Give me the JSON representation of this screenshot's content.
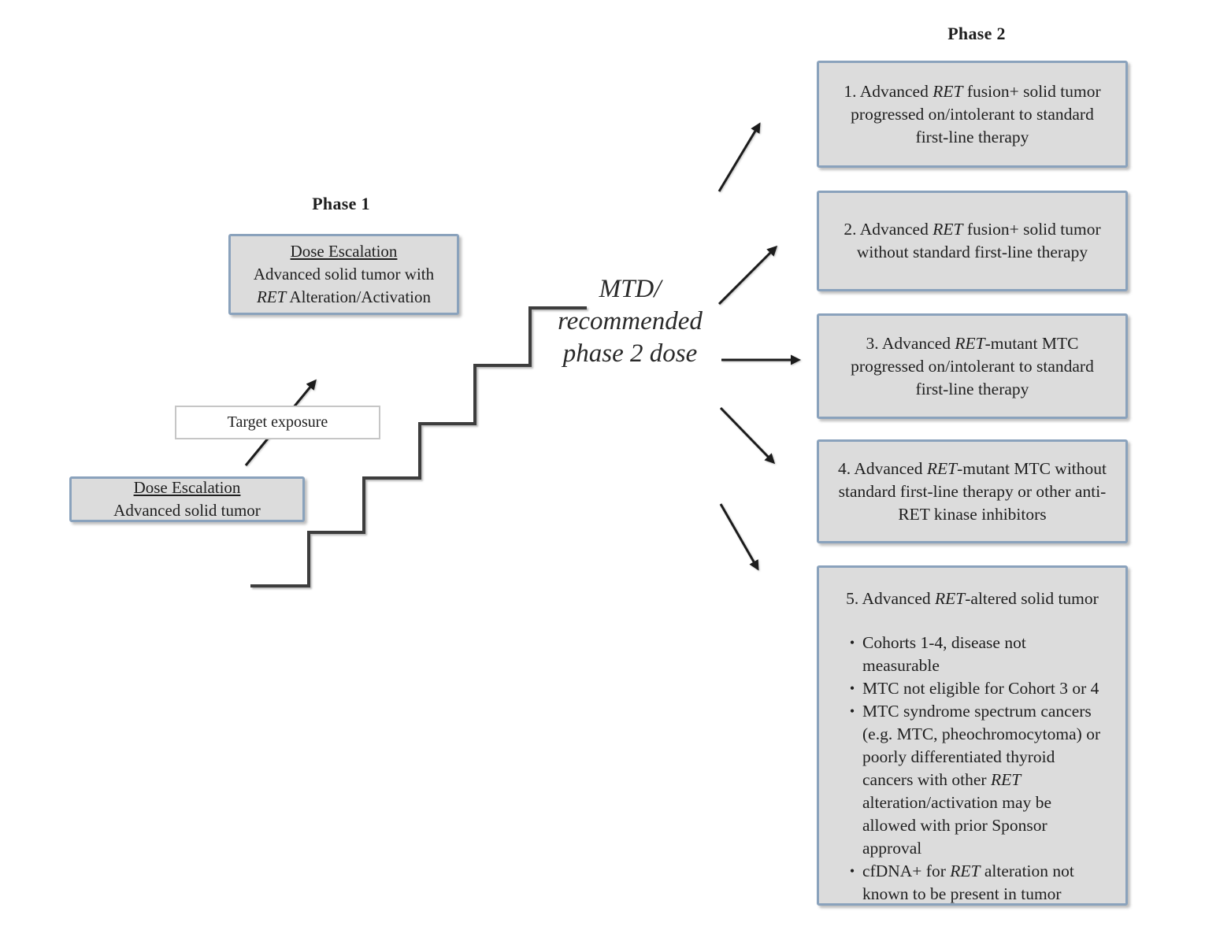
{
  "colors": {
    "box_fill": "#dcdcdc",
    "box_border": "#8aa2bc",
    "target_border": "#c6c6c6",
    "text": "#1f1f1f",
    "stair_stroke": "#3d3d3d",
    "arrow_stroke": "#1c1c1c",
    "bg": "#ffffff"
  },
  "phase1": {
    "title": "Phase 1",
    "top_box": {
      "line1": "Dose Escalation",
      "line2": "Advanced solid tumor with",
      "line3": [
        {
          "t": "RET",
          "s": "i"
        },
        {
          "t": " Alteration/Activation",
          "s": ""
        }
      ]
    },
    "target_exposure": "Target exposure",
    "bottom_box": {
      "line1": "Dose Escalation",
      "line2": "Advanced solid tumor"
    }
  },
  "mtd": {
    "line1": "MTD/",
    "line2": "recommended",
    "line3": "phase 2 dose"
  },
  "phase2": {
    "title": "Phase 2",
    "bullet_char": "•",
    "cohorts": [
      {
        "text": [
          {
            "t": "1. Advanced ",
            "s": ""
          },
          {
            "t": "RET",
            "s": "i"
          },
          {
            "t": " fusion+ solid tumor progressed on/intolerant to standard first-line therapy",
            "s": ""
          }
        ]
      },
      {
        "text": [
          {
            "t": "2. Advanced ",
            "s": ""
          },
          {
            "t": "RET",
            "s": "i"
          },
          {
            "t": " fusion+ solid tumor without standard first-line therapy",
            "s": ""
          }
        ]
      },
      {
        "text": [
          {
            "t": "3. Advanced ",
            "s": ""
          },
          {
            "t": "RET",
            "s": "i"
          },
          {
            "t": "-mutant MTC progressed on/intolerant to standard first-line therapy",
            "s": ""
          }
        ]
      },
      {
        "text": [
          {
            "t": "4. Advanced ",
            "s": ""
          },
          {
            "t": "RET",
            "s": "i"
          },
          {
            "t": "-mutant MTC without standard first-line therapy or other anti-RET kinase inhibitors",
            "s": ""
          }
        ]
      },
      {
        "title": [
          {
            "t": "5. Advanced ",
            "s": ""
          },
          {
            "t": "RET",
            "s": "i"
          },
          {
            "t": "-altered solid tumor",
            "s": ""
          }
        ],
        "bullets": [
          [
            {
              "t": "Cohorts 1-4, disease not measurable",
              "s": ""
            }
          ],
          [
            {
              "t": "MTC not eligible for Cohort 3 or 4",
              "s": ""
            }
          ],
          [
            {
              "t": "MTC syndrome spectrum cancers (e.g. MTC, pheochromocytoma) or poorly differentiated thyroid cancers with other ",
              "s": ""
            },
            {
              "t": "RET",
              "s": "i"
            },
            {
              "t": " alteration/activation may be allowed with prior Sponsor approval",
              "s": ""
            }
          ],
          [
            {
              "t": "cfDNA+ for ",
              "s": ""
            },
            {
              "t": "RET",
              "s": "i"
            },
            {
              "t": " alteration not known to be present in tumor",
              "s": ""
            }
          ]
        ]
      }
    ]
  }
}
